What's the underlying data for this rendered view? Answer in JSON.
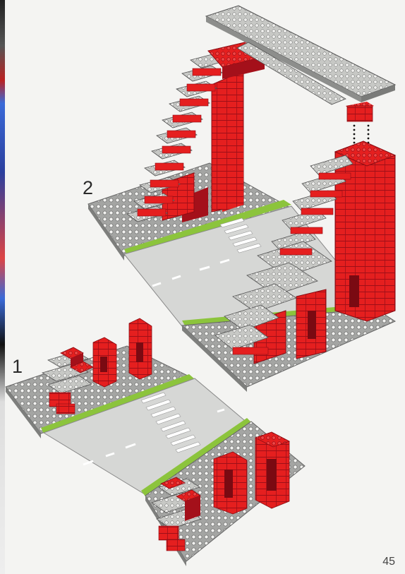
{
  "page": {
    "number": "45"
  },
  "steps": [
    {
      "number": "1"
    },
    {
      "number": "2"
    }
  ],
  "colors": {
    "baseplate": "#a9aaa8",
    "road": "#d6d7d5",
    "grass_stripe": "#8cc43c",
    "brick_red": "#e51f1f",
    "brick_red_dark": "#a4101a",
    "plate_grey": "#c7c8c5",
    "crosswalk": "#ffffff"
  }
}
